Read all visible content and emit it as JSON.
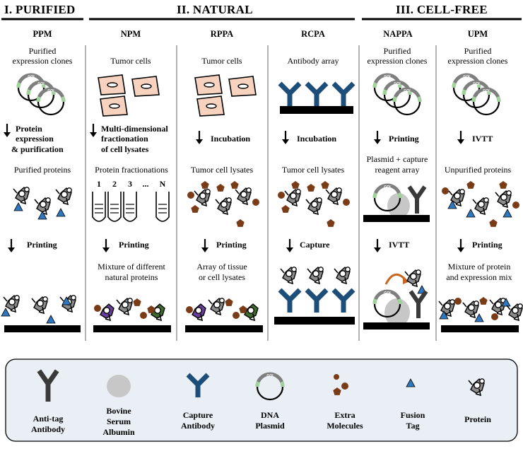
{
  "colors": {
    "cell_fill": "#f6d2bf",
    "capture_antibody": "#1d4e7a",
    "anti_tag_antibody": "#3a3a3a",
    "bsa": "#c7c7c7",
    "extra_molecule": "#7a3b17",
    "fusion_tag": "#2f78c0",
    "plasmid_green": "#9fd39a",
    "purple_protein": "#6a3d9a",
    "green_protein": "#3f6a2e",
    "arrow_orange": "#c8651f",
    "legend_bg": "#e9eff5"
  },
  "sections": [
    {
      "title": "I. PURIFIED"
    },
    {
      "title": "II. NATURAL"
    },
    {
      "title": "III. CELL-FREE"
    }
  ],
  "columns": {
    "ppm": {
      "title": "PPM",
      "top_text": [
        "Purified",
        "expression clones"
      ],
      "step1": [
        "Protein",
        "expression",
        "& purification"
      ],
      "mid_text": "Purified proteins",
      "step2": "Printing"
    },
    "npm": {
      "title": "NPM",
      "top_text": "Tumor cells",
      "step1": [
        "Multi-dimensional",
        "fractionation",
        "of cell lysates"
      ],
      "mid_text": "Protein fractionations",
      "tube_labels": [
        "1",
        "2",
        "3",
        "...",
        "N"
      ],
      "step2": "Printing",
      "bottom_text": [
        "Mixture of different",
        "natural proteins"
      ]
    },
    "rppa": {
      "title": "RPPA",
      "top_text": "Tumor cells",
      "step1": "Incubation",
      "mid_text": "Tumor cell lysates",
      "step2": "Printing",
      "bottom_text": [
        "Array of  tissue",
        "or cell lysates"
      ]
    },
    "rcpa": {
      "title": "RCPA",
      "top_text": "Antibody array",
      "step1": "Incubation",
      "mid_text": "Tumor cell lysates",
      "step2": "Capture"
    },
    "nappa": {
      "title": "NAPPA",
      "top_text": [
        "Purified",
        "expression clones"
      ],
      "step1": "Printing",
      "mid_text": [
        "Plasmid + capture",
        "reagent array"
      ],
      "step2": "IVTT"
    },
    "upm": {
      "title": "UPM",
      "top_text": [
        "Purified",
        "expression clones"
      ],
      "step1": "IVTT",
      "mid_text": "Unpurified proteins",
      "step2": "Printing",
      "bottom_text": [
        "Mixture of protein",
        "and expression mix"
      ]
    }
  },
  "plasmid_label": "GOI",
  "legend": [
    {
      "icon": "anti-tag-antibody-icon",
      "label": [
        "Anti-tag",
        "Antibody"
      ]
    },
    {
      "icon": "bsa-icon",
      "label": [
        "Bovine",
        "Serum",
        "Albumin"
      ]
    },
    {
      "icon": "capture-antibody-icon",
      "label": [
        "Capture",
        "Antibody"
      ]
    },
    {
      "icon": "dna-plasmid-icon",
      "label": [
        "DNA",
        "Plasmid"
      ]
    },
    {
      "icon": "extra-molecules-icon",
      "label": [
        "Extra",
        "Molecules"
      ]
    },
    {
      "icon": "fusion-tag-icon",
      "label": [
        "Fusion",
        "Tag"
      ]
    },
    {
      "icon": "protein-icon",
      "label": [
        "Protein"
      ]
    }
  ]
}
